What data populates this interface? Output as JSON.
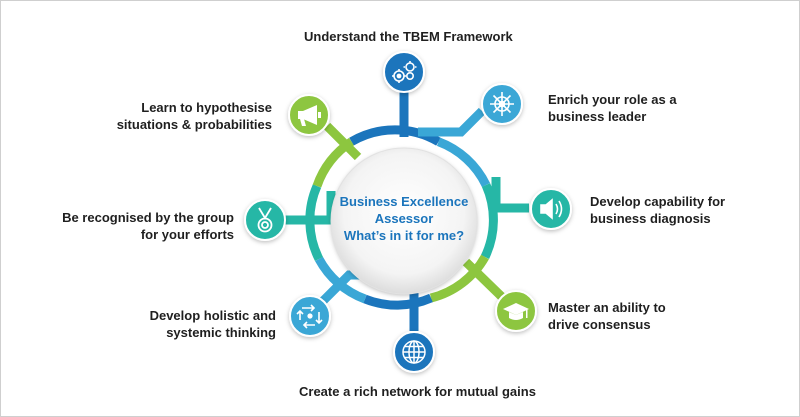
{
  "center": {
    "line1": "Business Excellence",
    "line2": "Assessor",
    "line3": "What’s in it for me?"
  },
  "colors": {
    "dark_blue": "#1b75bc",
    "light_blue": "#3aa7d6",
    "teal": "#26b7a6",
    "green": "#8dc63f",
    "grey_border": "#cfcfcf"
  },
  "benefits": [
    {
      "icon": "gears-icon",
      "color": "#1b75bc",
      "lines": [
        "Understand the TBEM Framework"
      ]
    },
    {
      "icon": "ship-wheel-icon",
      "color": "#3aa7d6",
      "lines": [
        "Enrich your role as a",
        "business leader"
      ]
    },
    {
      "icon": "speaker-icon",
      "color": "#26b7a6",
      "lines": [
        "Develop capability for",
        "business diagnosis"
      ]
    },
    {
      "icon": "graduation-cap-icon",
      "color": "#8dc63f",
      "lines": [
        "Master an ability to",
        "drive consensus"
      ]
    },
    {
      "icon": "globe-icon",
      "color": "#1b75bc",
      "lines": [
        "Create a rich network for mutual gains"
      ]
    },
    {
      "icon": "cycle-arrows-icon",
      "color": "#3aa7d6",
      "lines": [
        "Develop holistic and",
        "systemic thinking"
      ]
    },
    {
      "icon": "medal-icon",
      "color": "#26b7a6",
      "lines": [
        "Be recognised by the group",
        "for your efforts"
      ]
    },
    {
      "icon": "megaphone-icon",
      "color": "#8dc63f",
      "lines": [
        "Learn to hypothesise",
        "situations & probabilities"
      ]
    }
  ]
}
